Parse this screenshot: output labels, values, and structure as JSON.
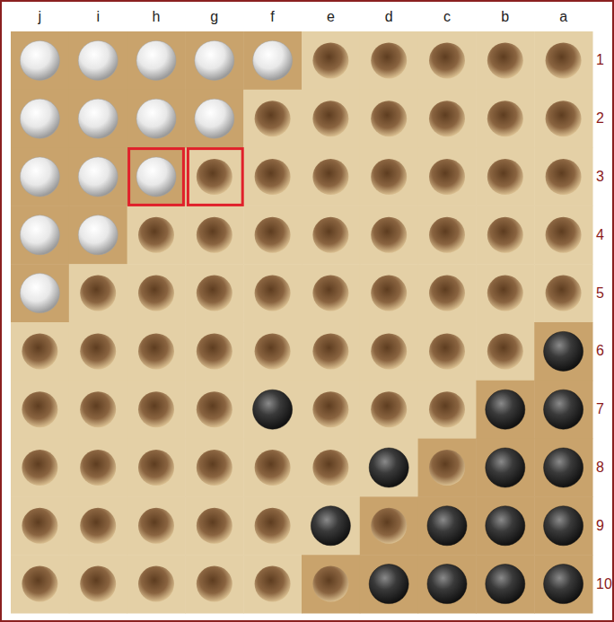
{
  "diagram": {
    "labels": [
      "j",
      "i",
      "h",
      "g",
      "f",
      "e",
      "d",
      "c",
      "b",
      "a",
      "1",
      "2",
      "3",
      "4",
      "5",
      "6",
      "7",
      "8",
      "9",
      "10"
    ]
  }
}
